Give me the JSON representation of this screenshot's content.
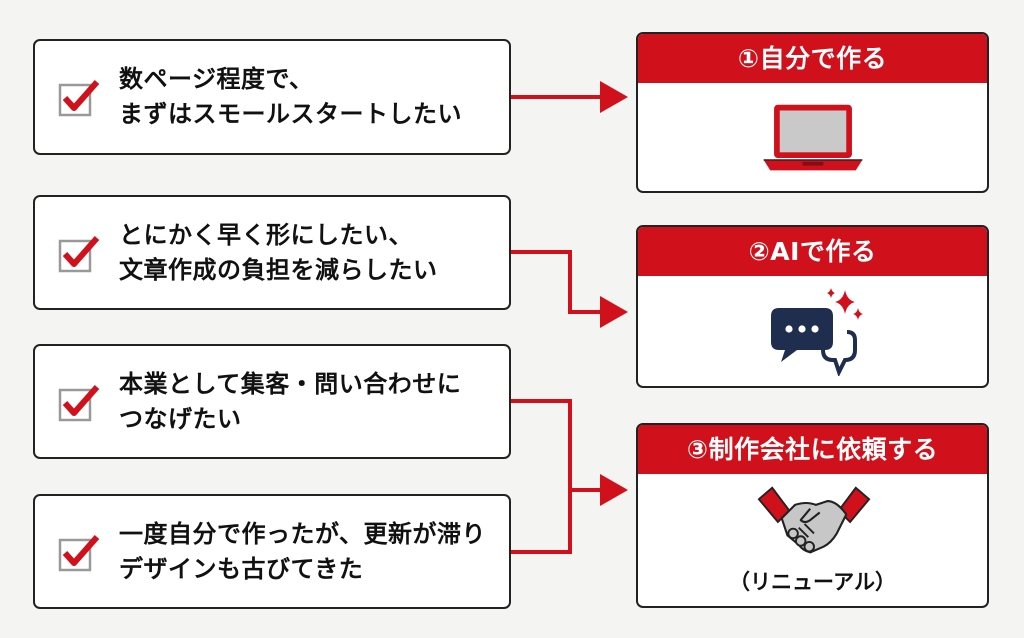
{
  "conditions": [
    {
      "line1": "数ページ程度で、",
      "line2": "まずはスモールスタートしたい"
    },
    {
      "line1": "とにかく早く形にしたい、",
      "line2": "文章作成の負担を減らしたい"
    },
    {
      "line1": "本業として集客・問い合わせに",
      "line2": "つなげたい"
    },
    {
      "line1": "一度自分で作ったが、更新が滞り",
      "line2": "デザインも古びてきた"
    }
  ],
  "options": [
    {
      "title": "①自分で作る",
      "icon": "laptop-icon"
    },
    {
      "title": "②AIで作る",
      "icon": "ai-chat-icon"
    },
    {
      "title": "③制作会社に依頼する",
      "icon": "handshake-icon",
      "subtitle": "（リニューアル）"
    }
  ],
  "colors": {
    "accent": "#d0111c",
    "navy": "#1f2d4f",
    "border": "#222222",
    "background": "#f4f4f2"
  }
}
